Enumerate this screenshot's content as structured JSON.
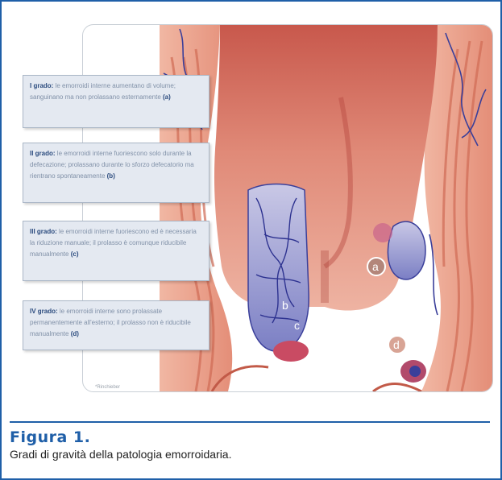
{
  "grades": [
    {
      "title": "I grado:",
      "text": "le emorroidi interne aumentano di volume; sanguinano ma non prolassano esternamente",
      "tag": "(a)"
    },
    {
      "title": "II grado:",
      "text": "le emorroidi interne fuoriescono solo durante la defecazione; prolassano durante lo sforzo defecatorio ma rientrano spontaneamente",
      "tag": "(b)"
    },
    {
      "title": "III grado:",
      "text": "le emorroidi interne fuoriescono ed è necessaria la riduzione manuale; il prolasso è comunque riducibile manualmente",
      "tag": "(c)"
    },
    {
      "title": "IV grado:",
      "text": "le emorroidi interne sono prolassate permanentemente all'esterno; il prolasso non è riducibile manualmente",
      "tag": "(d)"
    }
  ],
  "markers": {
    "a": "a",
    "b": "b",
    "c": "c",
    "d": "d"
  },
  "source_note": "*Rinchieber",
  "figure": {
    "label": "Figura 1.",
    "caption": "Gradi di gravità della patologia emorroidaria."
  },
  "colors": {
    "frame_blue": "#1f5fa8",
    "tissue_pink": "#e79a86",
    "lumen_red": "#c85a4e",
    "vein_blue": "#3a3f9a",
    "box_fill": "#e4e9f1"
  }
}
